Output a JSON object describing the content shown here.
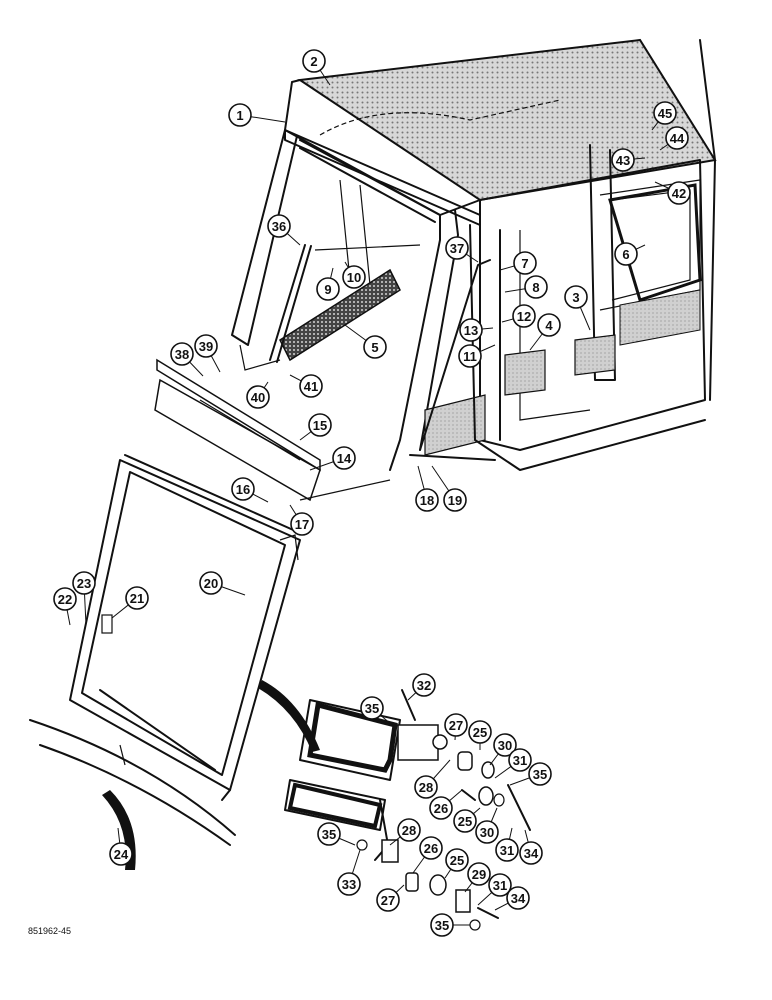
{
  "drawing_number": "851962-45",
  "callouts": [
    {
      "id": "c1",
      "label": "1"
    },
    {
      "id": "c2",
      "label": "2"
    },
    {
      "id": "c3",
      "label": "3"
    },
    {
      "id": "c4",
      "label": "4"
    },
    {
      "id": "c5",
      "label": "5"
    },
    {
      "id": "c6",
      "label": "6"
    },
    {
      "id": "c7",
      "label": "7"
    },
    {
      "id": "c8",
      "label": "8"
    },
    {
      "id": "c9",
      "label": "9"
    },
    {
      "id": "c10",
      "label": "10"
    },
    {
      "id": "c11",
      "label": "11"
    },
    {
      "id": "c12",
      "label": "12"
    },
    {
      "id": "c13",
      "label": "13"
    },
    {
      "id": "c14",
      "label": "14"
    },
    {
      "id": "c15",
      "label": "15"
    },
    {
      "id": "c16",
      "label": "16"
    },
    {
      "id": "c17",
      "label": "17"
    },
    {
      "id": "c18",
      "label": "18"
    },
    {
      "id": "c19",
      "label": "19"
    },
    {
      "id": "c20",
      "label": "20"
    },
    {
      "id": "c21",
      "label": "21"
    },
    {
      "id": "c22",
      "label": "22"
    },
    {
      "id": "c23",
      "label": "23"
    },
    {
      "id": "c24",
      "label": "24"
    },
    {
      "id": "c25a",
      "label": "25"
    },
    {
      "id": "c25b",
      "label": "25"
    },
    {
      "id": "c25c",
      "label": "25"
    },
    {
      "id": "c26a",
      "label": "26"
    },
    {
      "id": "c26b",
      "label": "26"
    },
    {
      "id": "c27a",
      "label": "27"
    },
    {
      "id": "c27b",
      "label": "27"
    },
    {
      "id": "c28a",
      "label": "28"
    },
    {
      "id": "c28b",
      "label": "28"
    },
    {
      "id": "c29",
      "label": "29"
    },
    {
      "id": "c30a",
      "label": "30"
    },
    {
      "id": "c30b",
      "label": "30"
    },
    {
      "id": "c31a",
      "label": "31"
    },
    {
      "id": "c31b",
      "label": "31"
    },
    {
      "id": "c31c",
      "label": "31"
    },
    {
      "id": "c32",
      "label": "32"
    },
    {
      "id": "c33",
      "label": "33"
    },
    {
      "id": "c34a",
      "label": "34"
    },
    {
      "id": "c34b",
      "label": "34"
    },
    {
      "id": "c35a",
      "label": "35"
    },
    {
      "id": "c35b",
      "label": "35"
    },
    {
      "id": "c35c",
      "label": "35"
    },
    {
      "id": "c35d",
      "label": "35"
    },
    {
      "id": "c36",
      "label": "36"
    },
    {
      "id": "c37",
      "label": "37"
    },
    {
      "id": "c38",
      "label": "38"
    },
    {
      "id": "c39",
      "label": "39"
    },
    {
      "id": "c40",
      "label": "40"
    },
    {
      "id": "c41",
      "label": "41"
    },
    {
      "id": "c42",
      "label": "42"
    },
    {
      "id": "c43",
      "label": "43"
    },
    {
      "id": "c44",
      "label": "44"
    },
    {
      "id": "c45",
      "label": "45"
    }
  ]
}
